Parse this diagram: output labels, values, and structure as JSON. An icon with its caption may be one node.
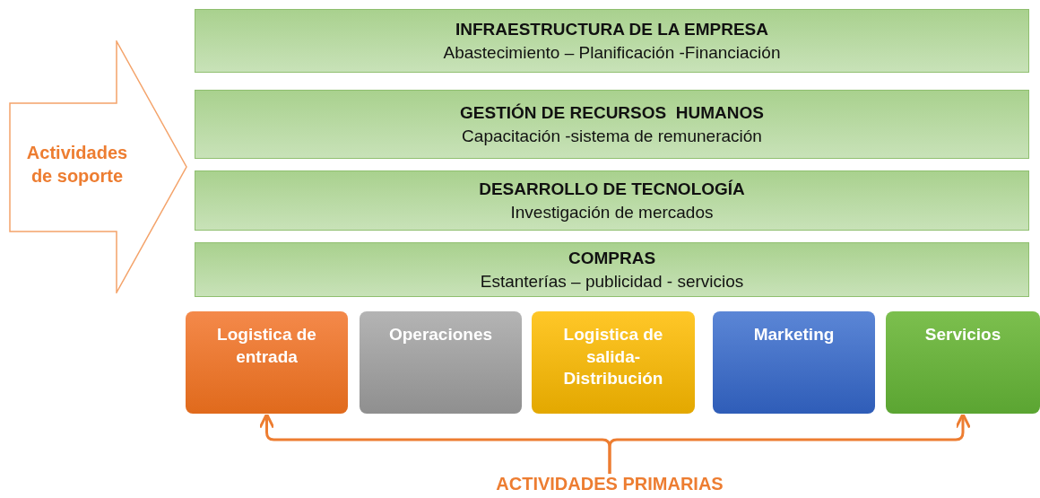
{
  "diagram": {
    "nodes": [
      {
        "text": [
          "Actividades de soporte"
        ]
      },
      {
        "text": [
          "INFRAESTRUCTURA DE LA EMPRESA",
          "Abastecimiento – Planificación -Financiación"
        ]
      },
      {
        "text": [
          "GESTIÓN DE RECURSOS  HUMANOS",
          "Capacitación -sistema de remuneración"
        ]
      },
      {
        "text": [
          "DESARROLLO DE TECNOLOGÍA",
          "Investigación de mercados"
        ]
      },
      {
        "text": [
          "COMPRAS",
          "Estanterías – publicidad - servicios"
        ]
      },
      {
        "text": [
          "Logistica de entrada"
        ]
      },
      {
        "text": [
          "Operaciones"
        ]
      },
      {
        "text": [
          "Logistica de salida-Distribución"
        ]
      },
      {
        "text": [
          "Marketing"
        ]
      },
      {
        "text": [
          "Servicios"
        ]
      },
      {
        "text": [
          "ACTIVIDADES PRIMARIAS"
        ]
      }
    ],
    "edges": [
      {
        "from": 10,
        "to": 5,
        "arrow": "to"
      },
      {
        "from": 10,
        "to": 9,
        "arrow": "to"
      }
    ]
  }
}
